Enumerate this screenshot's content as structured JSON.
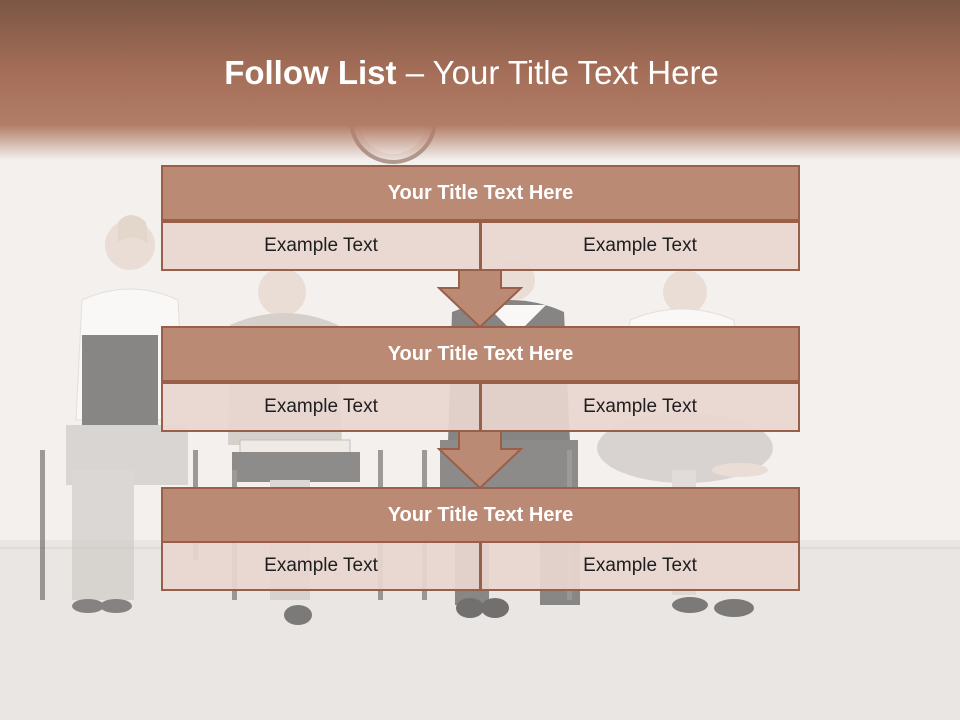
{
  "slide": {
    "title_bold": "Follow List",
    "title_rest": " – Your Title Text Here"
  },
  "steps": [
    {
      "title": "Your Title Text Here",
      "left_text": "Example Text",
      "right_text": "Example Text"
    },
    {
      "title": "Your Title Text Here",
      "left_text": "Example Text",
      "right_text": "Example Text"
    },
    {
      "title": "Your Title Text Here",
      "left_text": "Example Text",
      "right_text": "Example Text"
    }
  ],
  "colors": {
    "header": "#a46e58",
    "box_fill": "#bb8a74",
    "box_border": "#9a5f49",
    "cell_fill": "#e8d6d0"
  }
}
